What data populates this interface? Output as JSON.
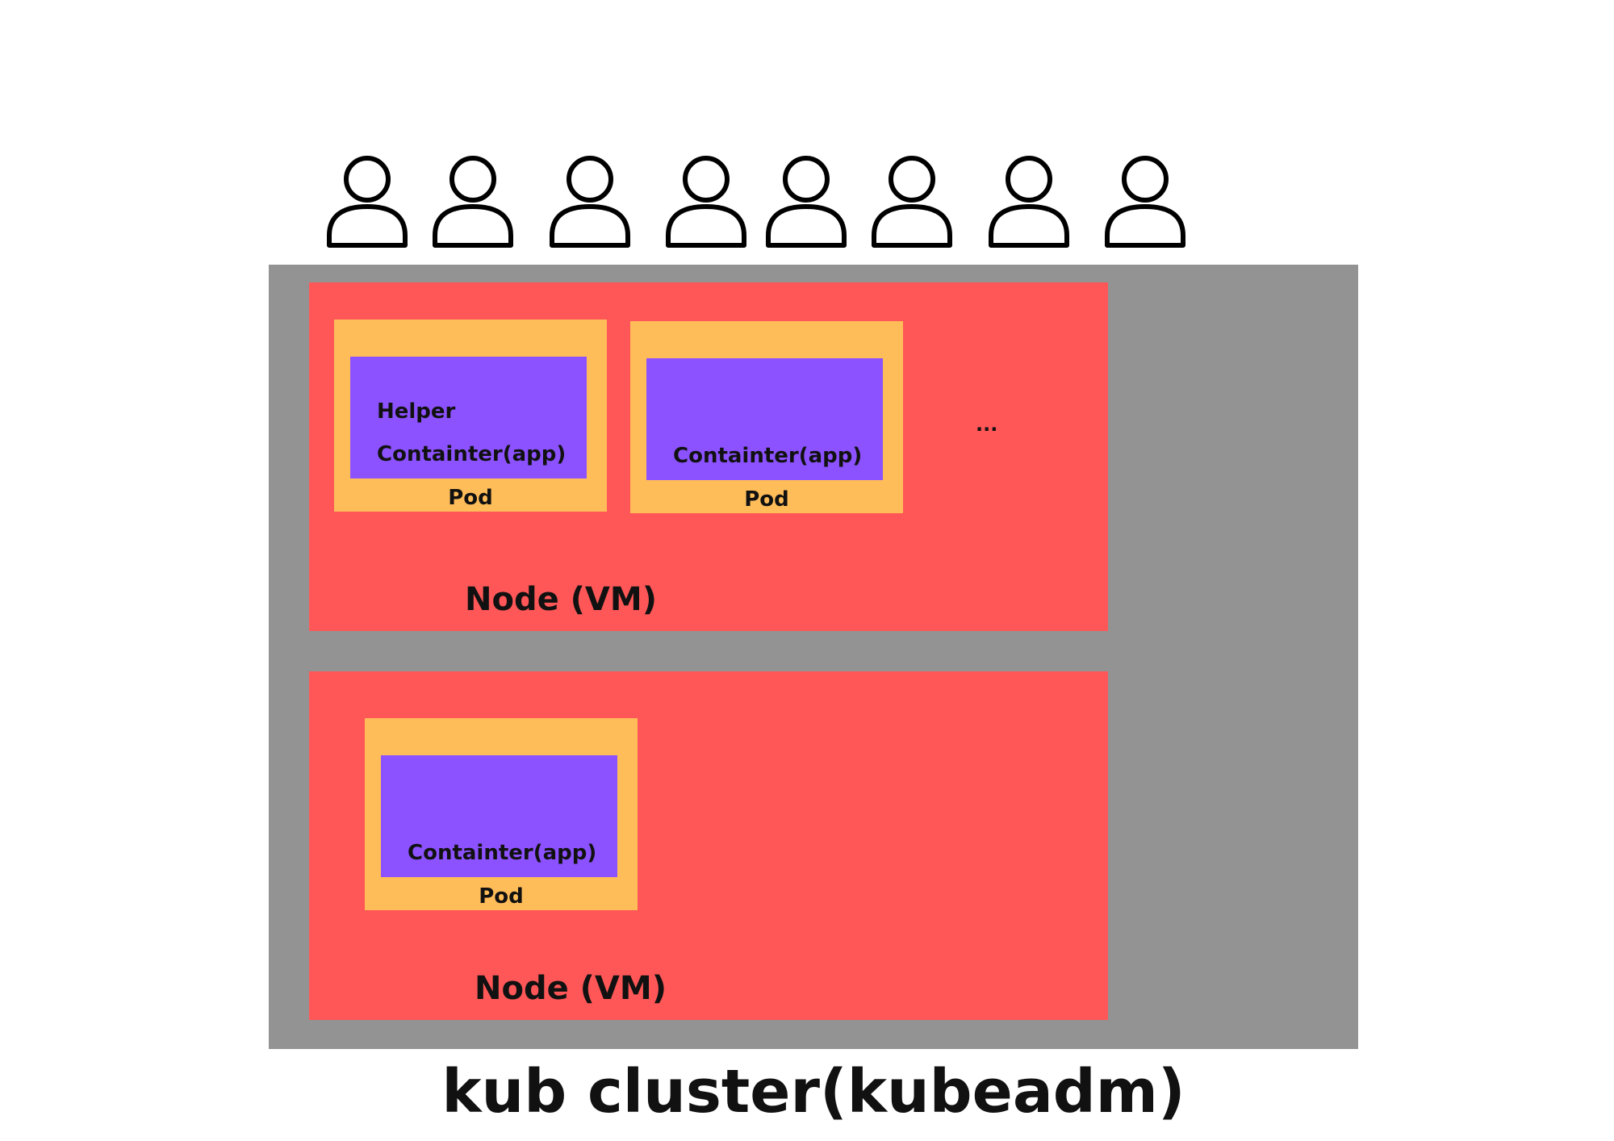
{
  "colors": {
    "cluster_bg": "#939393",
    "node_bg": "#ff5757",
    "pod_bg": "#ffbd59",
    "container_bg": "#8c52ff",
    "icon_stroke": "#000000"
  },
  "users": {
    "count": 8,
    "icon": "user-icon"
  },
  "cluster": {
    "label": "kub cluster(kubeadm)",
    "nodes": [
      {
        "label": "Node (VM)",
        "pods": [
          {
            "label": "Pod",
            "container_lines": [
              "Helper",
              "Containter(app)"
            ]
          },
          {
            "label": "Pod",
            "container_lines": [
              "Containter(app)"
            ]
          }
        ],
        "more": "..."
      },
      {
        "label": "Node (VM)",
        "pods": [
          {
            "label": "Pod",
            "container_lines": [
              "Containter(app)"
            ]
          }
        ]
      }
    ]
  }
}
